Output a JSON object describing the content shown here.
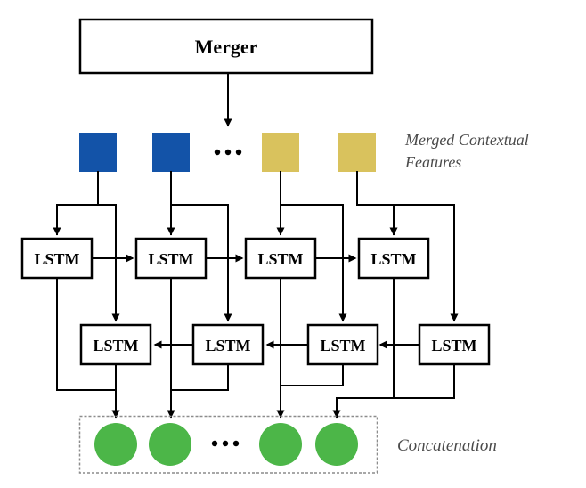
{
  "merger": {
    "label": "Merger"
  },
  "merged_features": {
    "caption_line1": "Merged Contextual",
    "caption_line2": "Features",
    "ellipsis": "...",
    "squares": [
      {
        "color": "#1353A8"
      },
      {
        "color": "#1353A8"
      },
      {
        "color": "#D9C25D"
      },
      {
        "color": "#D9C25D"
      }
    ]
  },
  "forward_layer": {
    "cells": [
      "LSTM",
      "LSTM",
      "LSTM",
      "LSTM"
    ]
  },
  "backward_layer": {
    "cells": [
      "LSTM",
      "LSTM",
      "LSTM",
      "LSTM"
    ]
  },
  "concatenation": {
    "caption": "Concatenation",
    "ellipsis": "...",
    "output_color": "#4CB648"
  },
  "colors": {
    "line_black": "#000000",
    "caption_gray": "#4A4A4A",
    "dashed_border_gray": "#8C8C8C"
  }
}
